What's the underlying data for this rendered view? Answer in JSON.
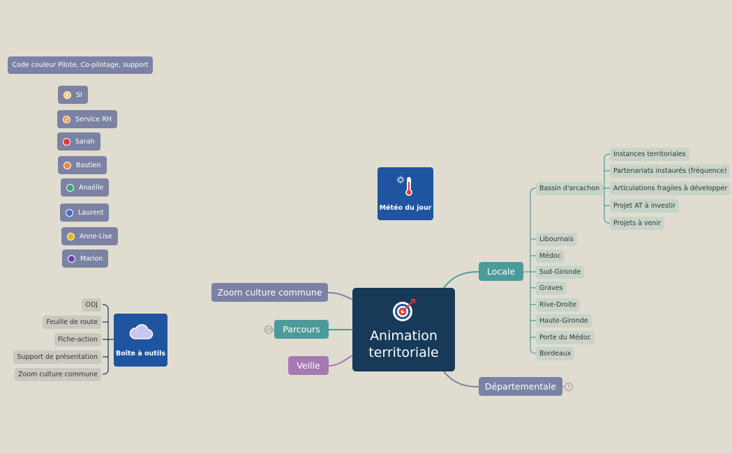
{
  "legend": {
    "title": "Code couleur Pilote, Co-pilotage, support",
    "items": [
      {
        "label": "SI",
        "icon": "lightbulb-icon",
        "color": "#f2c94c"
      },
      {
        "label": "Service RH",
        "icon": "pencil-icon",
        "color": "#f2994a"
      },
      {
        "label": "Sarah",
        "icon": "red-dot-icon",
        "color": "#e53935"
      },
      {
        "label": "Bastien",
        "icon": "orange-dot-icon",
        "color": "#ef8a3c"
      },
      {
        "label": "Anaëlle",
        "icon": "green-dot-icon",
        "color": "#27ae60"
      },
      {
        "label": "Laurent",
        "icon": "blue-dot-icon",
        "color": "#3f6fd8"
      },
      {
        "label": "Anne-Lise",
        "icon": "yellow-dot-icon",
        "color": "#e6b800"
      },
      {
        "label": "Marion",
        "icon": "purple-dot-icon",
        "color": "#6a3fb5"
      }
    ]
  },
  "weather": {
    "label": "Météo du jour",
    "icon": "thermometer-icon"
  },
  "root": {
    "title": "Animation territoriale",
    "icon": "target-icon"
  },
  "branches": {
    "zoom": "Zoom culture commune",
    "parcours": "Parcours",
    "parcours_badge": "10",
    "veille": "Veille",
    "locale": "Locale",
    "departementale": "Départementale",
    "departementale_badge": "7"
  },
  "locale_items": [
    "Bassin d'arcachon",
    "Libournais",
    "Médoc",
    "Sud-Gironde",
    "Graves",
    "Rive-Droite",
    "Haute-Gironde",
    "Porte du Médoc",
    "Bordeaux"
  ],
  "bassin_items": [
    "Instances territoriales",
    "Partenariats instaurés (fréquence)",
    "Articulations fragiles à développer",
    "Projet AT à investir",
    "Projets à venir"
  ],
  "toolbox": {
    "label": "Boîte à outils",
    "icon": "cloud-icon",
    "items": [
      "ODJ",
      "Feuille de route",
      "Fiche-action",
      "Support de présentation",
      "Zoom culture commune"
    ]
  },
  "colors": {
    "background": "#e0ddd0",
    "root": "#163a58",
    "slate": "#7b82a3",
    "teal": "#4d9a9a",
    "purple": "#a679b1",
    "blue": "#1f54a0"
  }
}
